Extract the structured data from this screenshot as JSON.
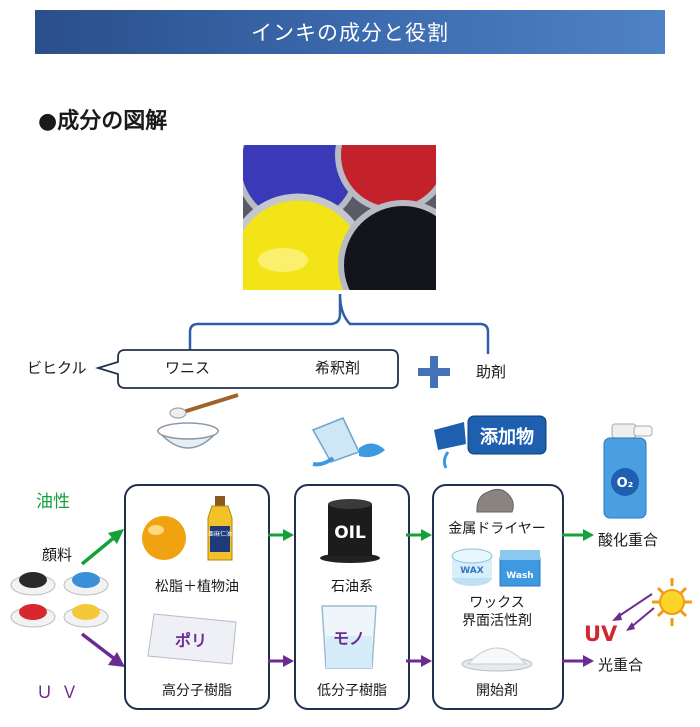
{
  "title": "インキの成分と役割",
  "section_title": "●成分の図解",
  "vehicle": {
    "label": "ビヒクル",
    "varnish": "ワニス",
    "diluent": "希釈剤",
    "additive": "助剤"
  },
  "left": {
    "oily": "油性",
    "pigment": "顔料",
    "uv": "ＵＶ"
  },
  "col1": {
    "top": "松脂＋植物油",
    "bottom": "高分子樹脂",
    "bottle_text": "亜麻仁油",
    "sheet_text": "ポリ"
  },
  "col2": {
    "top": "石油系",
    "bottom": "低分子樹脂",
    "drum_text": "OIL",
    "beaker_text": "モノ"
  },
  "col3": {
    "header_text": "添加物",
    "metal_drier": "金属ドライヤー",
    "wax_line1": "ワックス",
    "wax_line2": "界面活性剤",
    "initiator": "開始剤",
    "wax_tag": "WAX",
    "wash_tag": "Wash"
  },
  "right": {
    "oxidative": "酸化重合",
    "photo": "光重合",
    "uv_text": "UV",
    "o2_text": "O₂"
  },
  "colors": {
    "title_bar": "#3b69ad",
    "oily_arrow": "#14a13a",
    "uv_arrow": "#6b2c91",
    "plus": "#4472b8",
    "box_border": "#20304e"
  }
}
